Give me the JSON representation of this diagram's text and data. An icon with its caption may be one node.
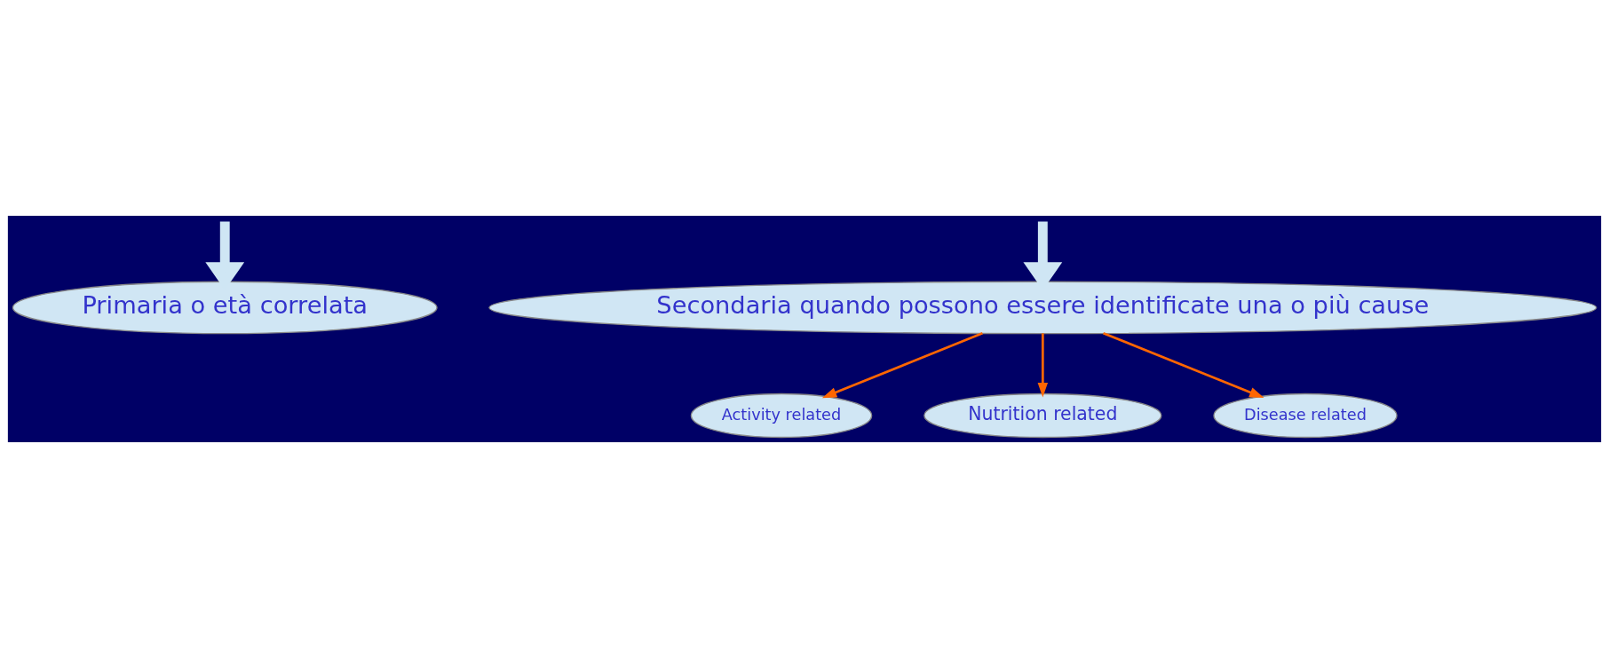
{
  "diagram": {
    "nodes": [
      {
        "text": [
          "Primaria o età correlata"
        ]
      },
      {
        "text": [
          "Secondaria quando possono essere identificate una o più cause"
        ]
      },
      {
        "text": [
          "Activity related"
        ]
      },
      {
        "text": [
          "Nutrition related"
        ]
      },
      {
        "text": [
          "Disease related"
        ]
      }
    ],
    "edges": [
      {
        "from": null,
        "to": 0,
        "arrow": "to",
        "style": "thick",
        "color": "#cfe6f4"
      },
      {
        "from": null,
        "to": 1,
        "arrow": "to",
        "style": "thick",
        "color": "#cfe6f4"
      },
      {
        "from": 1,
        "to": 2,
        "arrow": "to"
      },
      {
        "from": 1,
        "to": 3,
        "arrow": "to"
      },
      {
        "from": 1,
        "to": 4,
        "arrow": "to"
      }
    ]
  }
}
